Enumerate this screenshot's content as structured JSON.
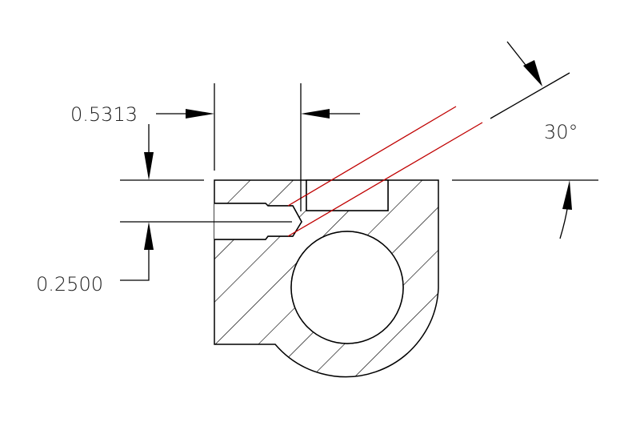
{
  "drawing": {
    "dimensions": {
      "width_label": "0.5313",
      "height_label": "0.2500",
      "angle_label": "30°"
    },
    "colors": {
      "line": "#000000",
      "centerline": "#c00000",
      "background": "#ffffff"
    }
  }
}
